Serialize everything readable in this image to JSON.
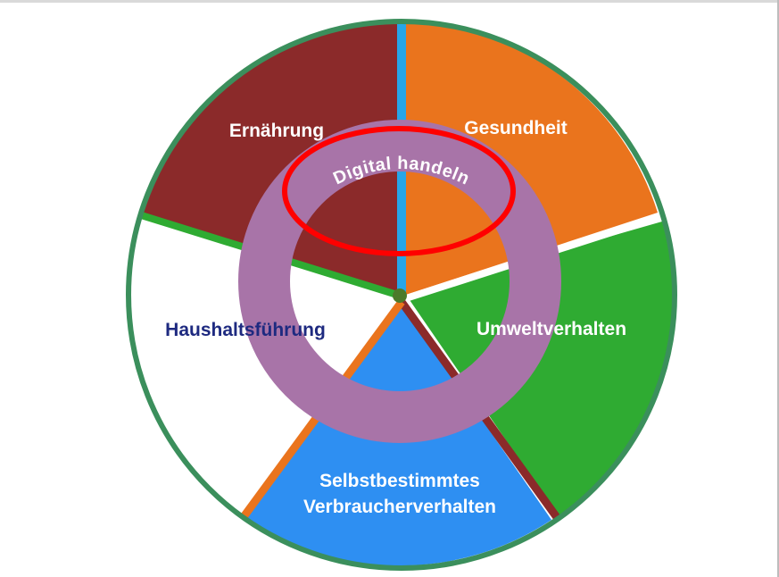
{
  "diagram": {
    "segments": [
      {
        "id": "ernaehrung",
        "label": "Ernährung",
        "color": "#8b2a2a",
        "text_color": "#ffffff"
      },
      {
        "id": "gesundheit",
        "label": "Gesundheit",
        "color": "#ea741d",
        "text_color": "#ffffff"
      },
      {
        "id": "umweltverhalten",
        "label": "Umweltverhalten",
        "color": "#2fab32",
        "text_color": "#ffffff"
      },
      {
        "id": "verbraucherverhalten",
        "label_line1": "Selbstbestimmtes",
        "label_line2": "Verbraucherverhalten",
        "color": "#2e8ff2",
        "text_color": "#ffffff"
      },
      {
        "id": "haushaltsfuehrung",
        "label": "Haushaltsführung",
        "color": "#ffffff",
        "text_color": "#1e2a80"
      }
    ],
    "ring": {
      "label": "Digital handeln",
      "color": "#a874a8",
      "text_color": "#ffffff"
    },
    "outer_border_color": "#3b8f5c",
    "highlight": {
      "shape": "ellipse",
      "color": "#ff0000"
    }
  }
}
